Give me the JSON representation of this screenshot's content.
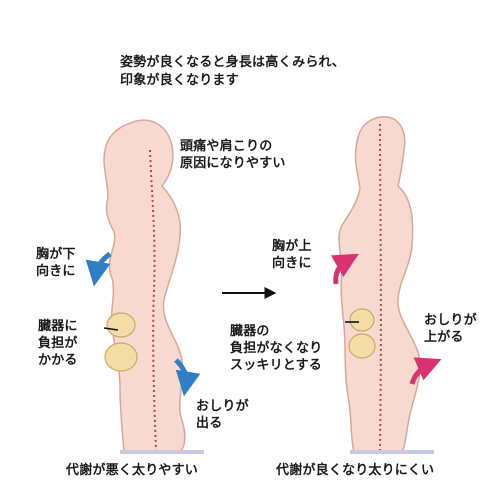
{
  "header": {
    "line1": "姿勢が良くなると身長は高くみられ、",
    "line2": "印象が良くなります"
  },
  "left_figure": {
    "headache": {
      "line1": "頭痛や肩こりの",
      "line2": "原因になりやすい"
    },
    "chest": {
      "line1": "胸が下",
      "line2": "向きに"
    },
    "organs": {
      "line1": "臓器に",
      "line2": "負担が",
      "line3": "かかる"
    },
    "hips": {
      "line1": "おしりが",
      "line2": "出る"
    },
    "caption": "代謝が悪く太りやすい"
  },
  "middle": {
    "organs": {
      "line1": "臓器の",
      "line2": "負担がなくなり",
      "line3": "スッキリとする"
    }
  },
  "right_figure": {
    "chest": {
      "line1": "胸が上",
      "line2": "向きに"
    },
    "hips": {
      "line1": "おしりが",
      "line2": "上がる"
    },
    "caption": "代謝が良くなり太りにくい"
  },
  "colors": {
    "body_fill": "#f7d9cf",
    "body_stroke": "#d8a79a",
    "spine_line": "#b04a3a",
    "organ_fill": "#f3dca6",
    "organ_stroke": "#c9a868",
    "blue_arrow": "#2e7fc4",
    "pink_arrow": "#d9336f",
    "ground": "#c9c9e6",
    "text": "#1a1a1a"
  },
  "icons": {
    "transition": "right-arrow-icon",
    "bad_chest": "blue-curved-arrow-down-icon",
    "bad_hips": "blue-curved-arrow-down-icon",
    "good_chest": "pink-curved-arrow-up-icon",
    "good_hips": "pink-curved-arrow-up-icon"
  }
}
